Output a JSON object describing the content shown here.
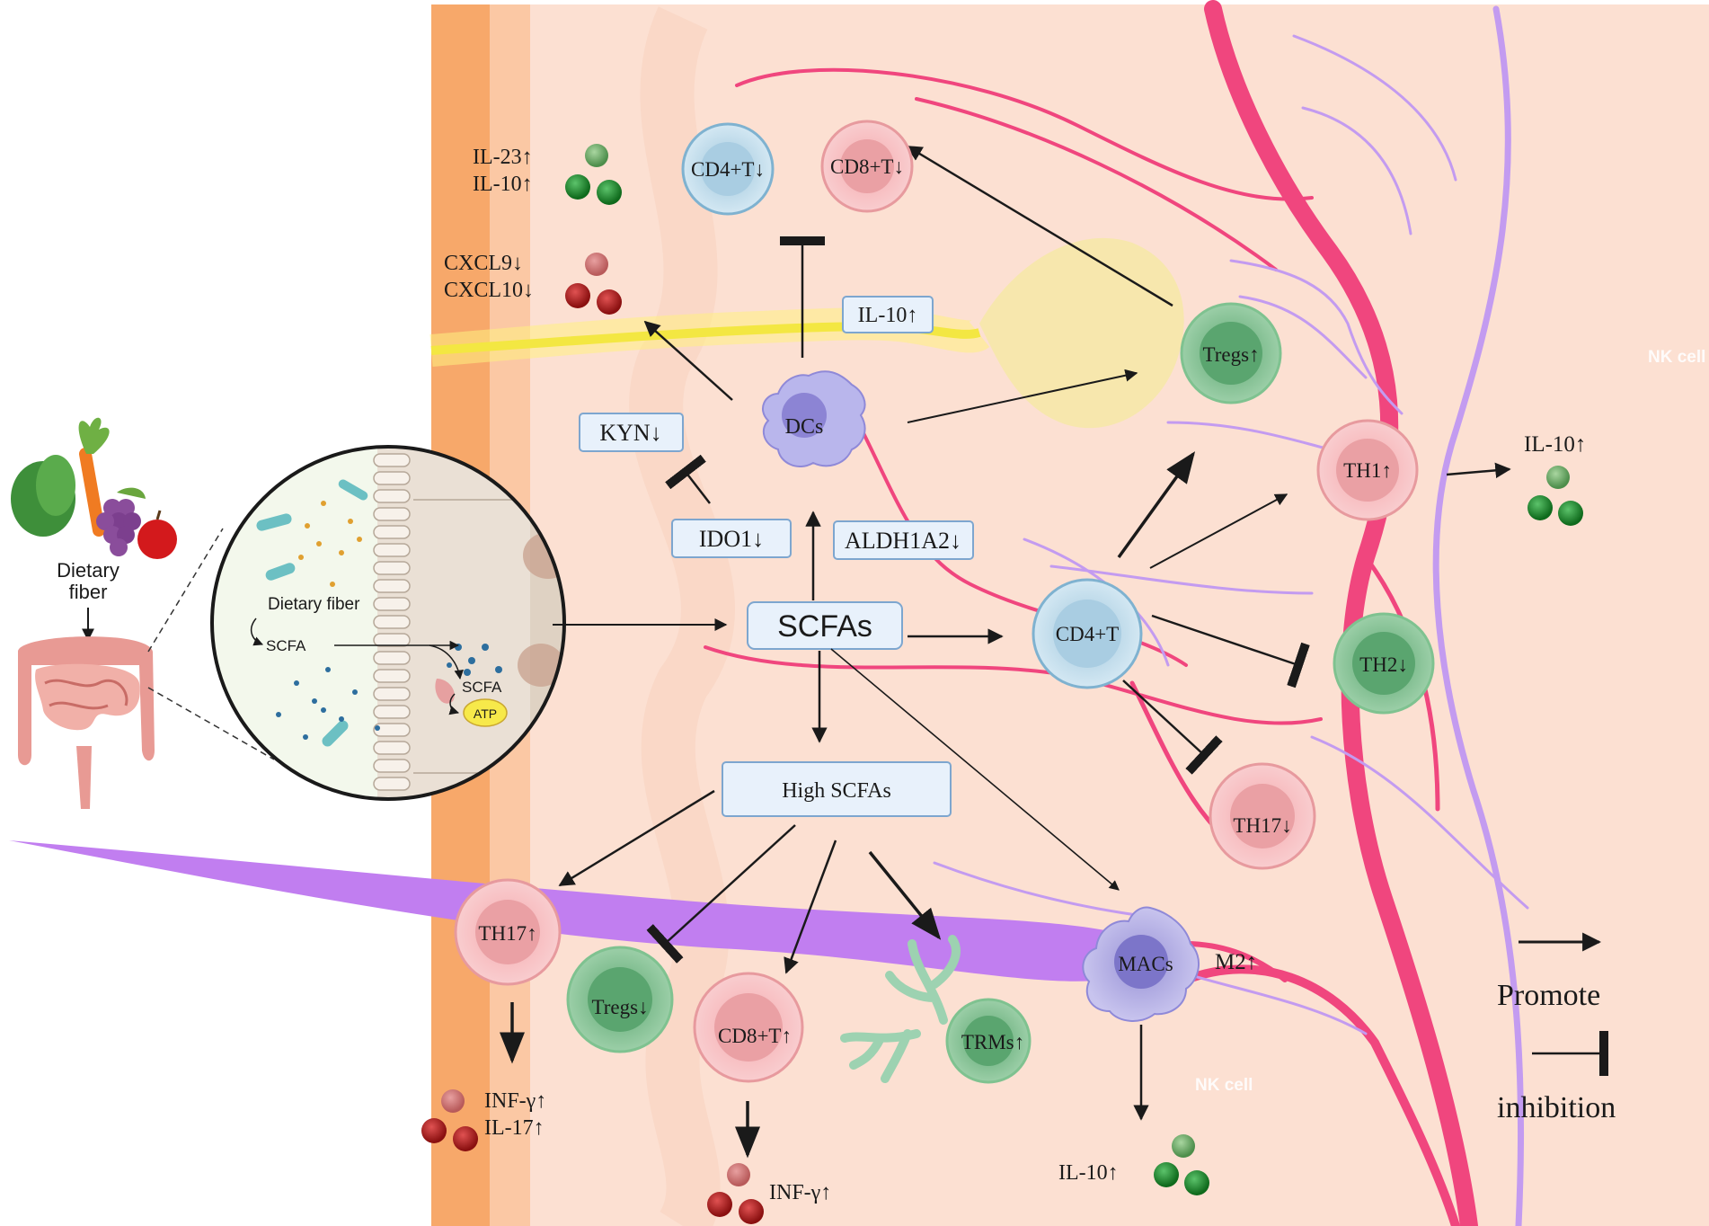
{
  "left_panel": {
    "food_label_line1": "Dietary",
    "food_label_line2": "fiber",
    "zoom_dietary_fiber": "Dietary fiber",
    "zoom_scfa_left": "SCFA",
    "zoom_scfa_right": "SCFA",
    "zoom_atp": "ATP"
  },
  "center": {
    "scfas": "SCFAs",
    "high_scfas": "High SCFAs"
  },
  "boxes": {
    "il10": "IL-10↑",
    "kyn": "KYN↓",
    "ido1": "IDO1↓",
    "aldh1a2": "ALDH1A2↓"
  },
  "cells": {
    "cd4t_top": "CD4+T↓",
    "cd8t_top": "CD8+T↓",
    "dcs": "DCs",
    "tregs_up": "Tregs↑",
    "th1": "TH1↑",
    "th2": "TH2↓",
    "cd4t_mid": "CD4+T",
    "th17_down": "TH17↓",
    "th17_up": "TH17↑",
    "tregs_down": "Tregs↓",
    "cd8t_up": "CD8+T↑",
    "trms": "TRMs↑",
    "macs": "MACs"
  },
  "cytokines": {
    "il23": "IL-23↑",
    "il10_topleft": "IL-10↑",
    "cxcl9": "CXCL9↓",
    "cxcl10": "CXCL10↓",
    "il10_right": "IL-10↑",
    "m2": "M2↑",
    "il10_bottom": "IL-10↑",
    "infg_left": "INF-γ↑",
    "il17": "IL-17↑",
    "infg_mid": "INF-γ↑"
  },
  "faint_labels": {
    "nk_cell_right": "NK cell",
    "nk_cell_bottom": "NK cell"
  },
  "legend": {
    "promote": "Promote",
    "inhibition": "inhibition"
  },
  "colors": {
    "tissue": "#fce0d2",
    "orange_wall": "#f7a86a",
    "red_vessel": "#f0467e",
    "purple_nerve": "#c39bf0",
    "green_dot": "#1e8a2e",
    "red_dot": "#b52424"
  }
}
